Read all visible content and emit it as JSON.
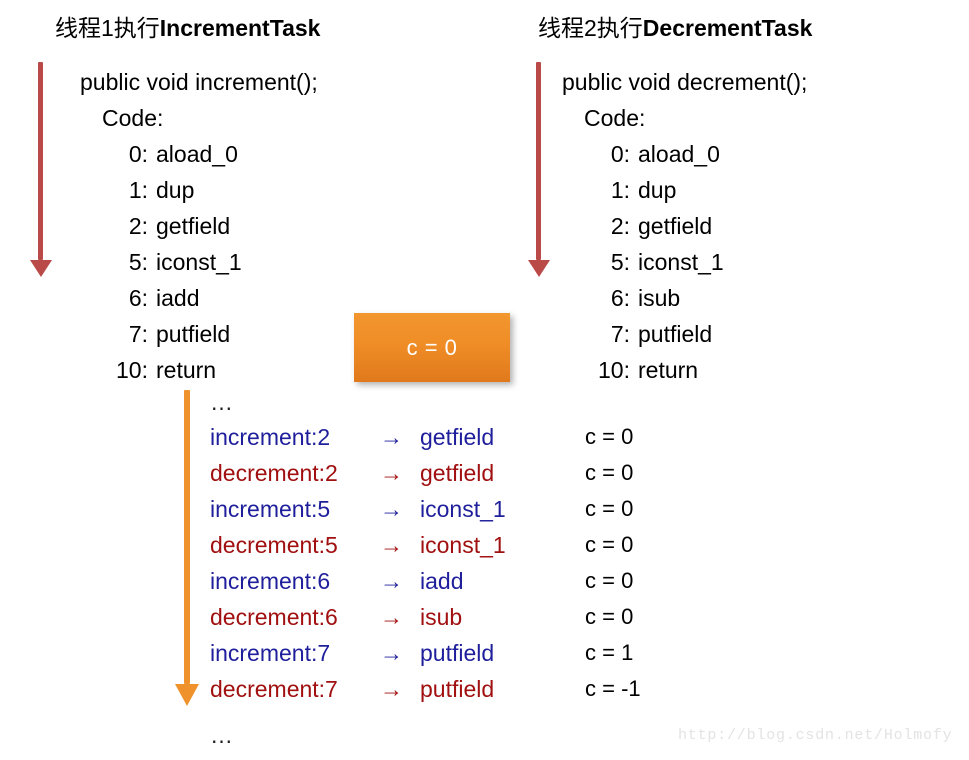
{
  "columns": [
    {
      "header_prefix": "线程1执行",
      "header_bold": "IncrementTask",
      "signature": "public void increment();",
      "code_label": "Code:",
      "instructions": [
        {
          "offset": "0:",
          "mnemonic": "aload_0"
        },
        {
          "offset": "1:",
          "mnemonic": "dup"
        },
        {
          "offset": "2:",
          "mnemonic": "getfield"
        },
        {
          "offset": "5:",
          "mnemonic": "iconst_1"
        },
        {
          "offset": "6:",
          "mnemonic": "iadd"
        },
        {
          "offset": "7:",
          "mnemonic": "putfield"
        },
        {
          "offset": "10:",
          "mnemonic": "return"
        }
      ]
    },
    {
      "header_prefix": "线程2执行",
      "header_bold": "DecrementTask",
      "signature": "public void decrement();",
      "code_label": "Code:",
      "instructions": [
        {
          "offset": "0:",
          "mnemonic": "aload_0"
        },
        {
          "offset": "1:",
          "mnemonic": "dup"
        },
        {
          "offset": "2:",
          "mnemonic": "getfield"
        },
        {
          "offset": "5:",
          "mnemonic": "iconst_1"
        },
        {
          "offset": "6:",
          "mnemonic": "isub"
        },
        {
          "offset": "7:",
          "mnemonic": "putfield"
        },
        {
          "offset": "10:",
          "mnemonic": "return"
        }
      ]
    }
  ],
  "value_box": {
    "label": "c = 0",
    "fill_top": "#f2962e",
    "fill_bottom": "#e0791c",
    "text_color": "#ffffff"
  },
  "trace": {
    "ellipsis_top": "…",
    "ellipsis_bottom": "…",
    "arrow_glyph": "→",
    "increment_color": "#1f1f9c",
    "decrement_color": "#a01010",
    "rows": [
      {
        "kind": "inc",
        "method": "increment:2",
        "arrow": "→",
        "mnemonic": "getfield",
        "cvalue": "c = 0"
      },
      {
        "kind": "dec",
        "method": "decrement:2",
        "arrow": "→",
        "mnemonic": "getfield",
        "cvalue": "c = 0"
      },
      {
        "kind": "inc",
        "method": "increment:5",
        "arrow": "→",
        "mnemonic": "iconst_1",
        "cvalue": "c = 0"
      },
      {
        "kind": "dec",
        "method": "decrement:5",
        "arrow": "→",
        "mnemonic": "iconst_1",
        "cvalue": "c = 0"
      },
      {
        "kind": "inc",
        "method": "increment:6",
        "arrow": "→",
        "mnemonic": "iadd",
        "cvalue": "c = 0"
      },
      {
        "kind": "dec",
        "method": "decrement:6",
        "arrow": "→",
        "mnemonic": "isub",
        "cvalue": "c = 0"
      },
      {
        "kind": "inc",
        "method": "increment:7",
        "arrow": "→",
        "mnemonic": "putfield",
        "cvalue": "c = 1"
      },
      {
        "kind": "dec",
        "method": "decrement:7",
        "arrow": "→",
        "mnemonic": "putfield",
        "cvalue": "c = -1"
      }
    ]
  },
  "arrows": {
    "red_color": "#b94a48",
    "orange_color": "#f0922b"
  },
  "watermark": "http://blog.csdn.net/Holmofy"
}
